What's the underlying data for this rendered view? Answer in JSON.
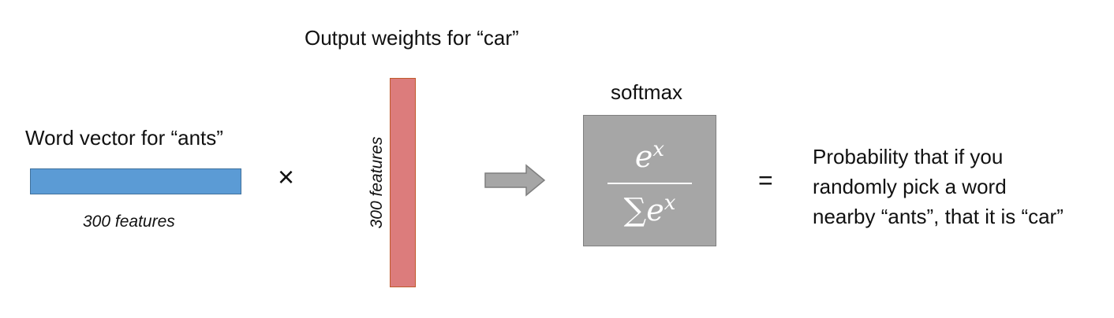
{
  "word_vector": {
    "title": "Word vector for “ants”",
    "size_label": "300 features",
    "color": "#5b9bd5"
  },
  "operator_multiply": "×",
  "output_weights": {
    "title": "Output weights for “car”",
    "size_label": "300 features",
    "color": "#dc7c7c"
  },
  "arrow": {
    "icon": "right-arrow-icon",
    "color": "#a6a6a6"
  },
  "softmax": {
    "title": "softmax",
    "numerator_base": "e",
    "numerator_exp": "x",
    "denominator_sum": "∑",
    "denominator_base": "e",
    "denominator_exp": "x",
    "color": "#a6a6a6"
  },
  "operator_equals": "=",
  "result": {
    "line1": "Probability that if you",
    "line2": "randomly pick a word",
    "line3": "nearby “ants”, that it is “car”"
  }
}
